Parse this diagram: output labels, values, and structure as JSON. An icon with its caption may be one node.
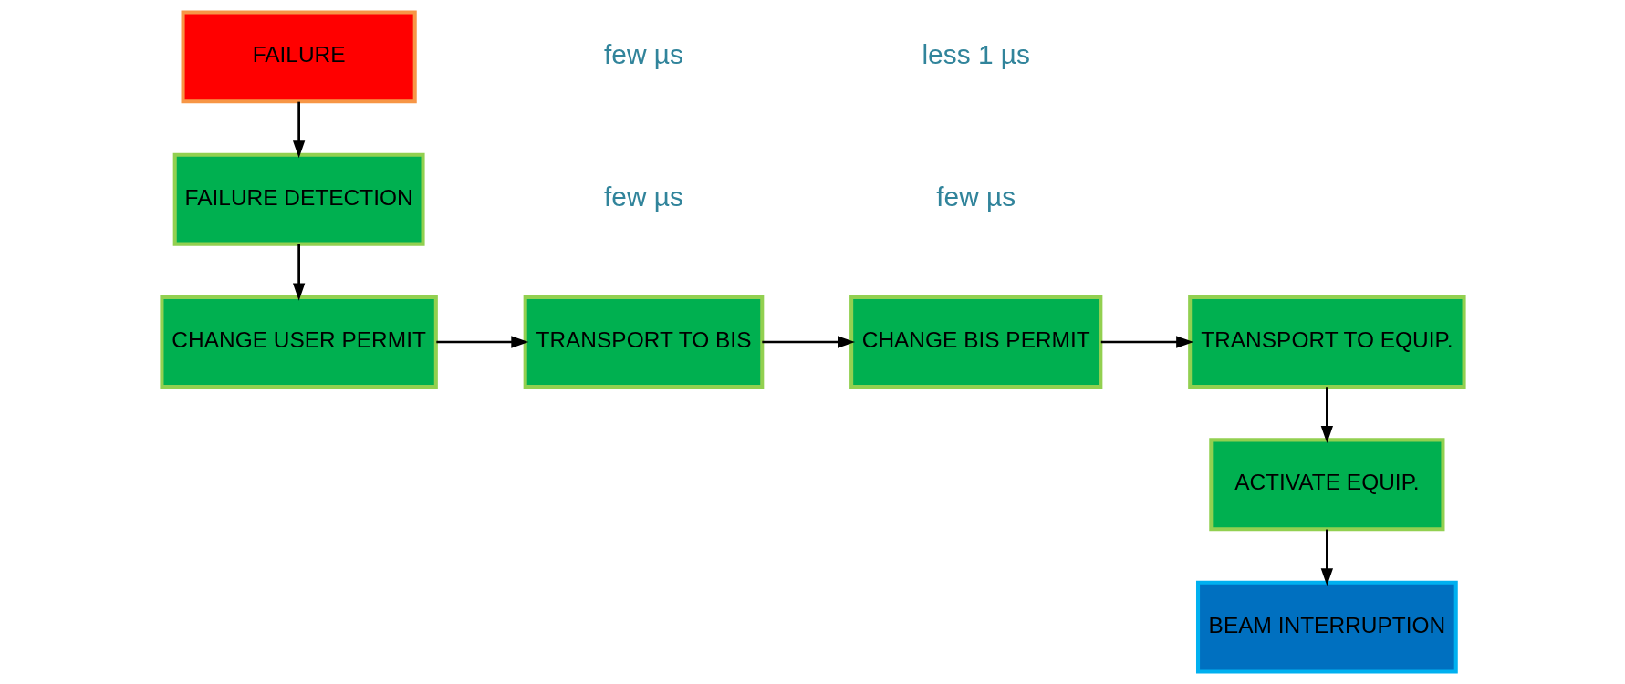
{
  "diagram": {
    "nodes": [
      {
        "text": [
          "FAILURE"
        ]
      },
      {
        "text": [
          "FAILURE DETECTION"
        ]
      },
      {
        "text": [
          "CHANGE USER PERMIT"
        ]
      },
      {
        "text": [
          "TRANSPORT TO BIS"
        ]
      },
      {
        "text": [
          "CHANGE BIS PERMIT"
        ]
      },
      {
        "text": [
          "TRANSPORT TO EQUIP."
        ]
      },
      {
        "text": [
          "ACTIVATE EQUIP."
        ]
      },
      {
        "text": [
          "BEAM INTERRUPTION"
        ]
      }
    ],
    "edges": [
      {
        "from": 0,
        "to": 1,
        "arrow": "to"
      },
      {
        "from": 1,
        "to": 2,
        "arrow": "to"
      },
      {
        "from": 2,
        "to": 3,
        "arrow": "to"
      },
      {
        "from": 3,
        "to": 4,
        "arrow": "to"
      },
      {
        "from": 4,
        "to": 5,
        "arrow": "to"
      },
      {
        "from": 5,
        "to": 6,
        "arrow": "to"
      },
      {
        "from": 6,
        "to": 7,
        "arrow": "to"
      }
    ],
    "labels": [
      "few µs",
      "few µs",
      "few µs",
      "less 1 µs"
    ]
  }
}
